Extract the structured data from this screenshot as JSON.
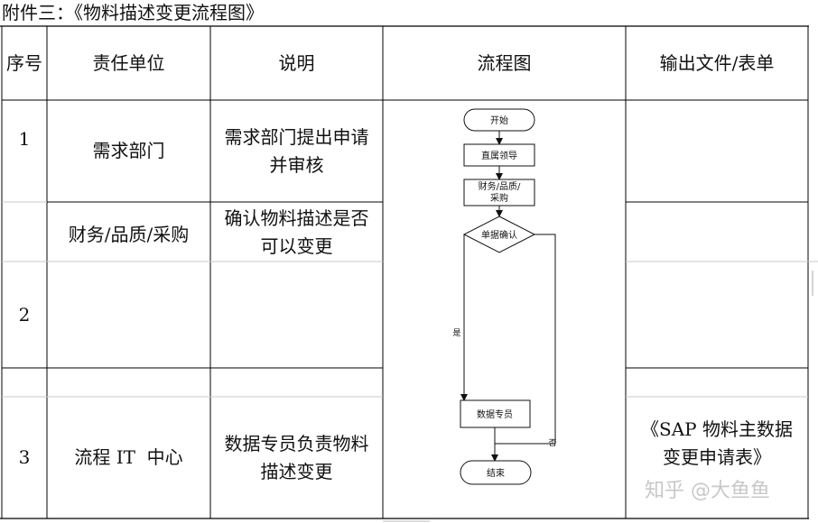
{
  "caption": "附件三：《物料描述变更流程图》",
  "headers": {
    "seq": "序号",
    "unit": "责任单位",
    "desc": "说明",
    "flow": "流程图",
    "output": "输出文件/表单"
  },
  "rows": [
    {
      "seq": "1",
      "unit": "需求部门",
      "desc_line1": "需求部门提出申请",
      "desc_line2": "并审核",
      "output_line1": "",
      "output_line2": ""
    },
    {
      "seq": "2",
      "unit": "财务/品质/采购",
      "desc_line1": "确认物料描述是否",
      "desc_line2": "可以变更",
      "output_line1": "",
      "output_line2": ""
    },
    {
      "seq": "3",
      "unit": "流程 IT  中心",
      "desc_line1": "数据专员负责物料",
      "desc_line2": "描述变更",
      "output_line1": "《SAP 物料主数据",
      "output_line2": "变更申请表》"
    }
  ],
  "flowchart": {
    "start": "开始",
    "leader": "直属领导",
    "dept_line1": "财务/品质/",
    "dept_line2": "采购",
    "decision": "单据确认",
    "yes": "是",
    "no": "否",
    "data_clerk": "数据专员",
    "end": "结束"
  },
  "watermark": "知乎 @大鱼鱼"
}
